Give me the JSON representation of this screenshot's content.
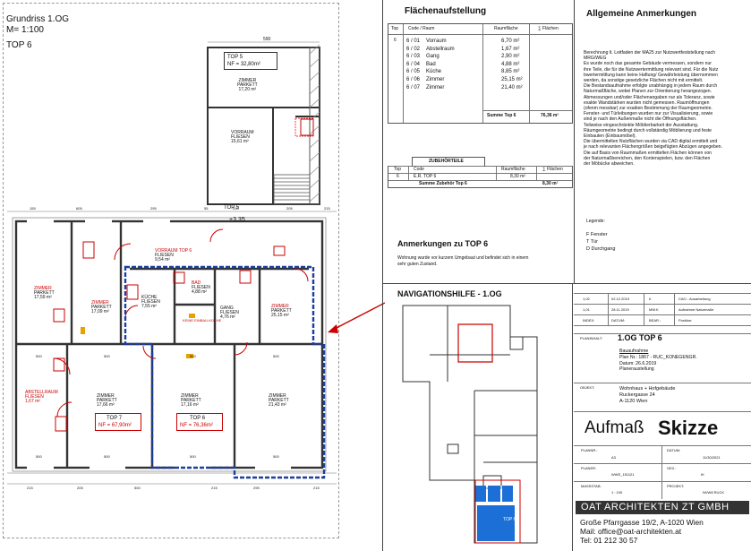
{
  "plan": {
    "title": "Grundriss 1.OG",
    "scale": "M= 1:100",
    "unit": "TOP 6",
    "top5_label": "TOP 5",
    "top5_nf": "NF = 32,80m²",
    "top5_box": "TOP 5",
    "rooms": [
      {
        "name": "ZIMMER",
        "sub": "PARKETT",
        "area": "17,20 m²"
      },
      {
        "name": "VORRAUM",
        "sub": "FLIESEN",
        "area": "15,61 m²"
      },
      {
        "name": "ABSTELLRAUM",
        "sub": "FLIESEN",
        "area": "1,67 m²"
      },
      {
        "name": "ZIMMER",
        "sub": "PARKETT",
        "area": "17,59 m²"
      },
      {
        "name": "ZIMMER",
        "sub": "PARKETT",
        "area": "17,09 m²"
      },
      {
        "name": "KÜCHE",
        "sub": "FLIESEN",
        "area": "7,55 m²"
      },
      {
        "name": "VORRAUM TOP 6",
        "sub": "FLIESEN",
        "area": "9,54 m²"
      },
      {
        "name": "BAD",
        "sub": "FLIESEN",
        "area": "4,88 m²"
      },
      {
        "name": "KEINE EINBAU-KÜCHE",
        "sub": "",
        "area": ""
      },
      {
        "name": "GANG",
        "sub": "FLIESEN",
        "area": "4,76 m²"
      },
      {
        "name": "ZIMMER",
        "sub": "PARKETT",
        "area": "25,15 m²"
      },
      {
        "name": "ZIMMER",
        "sub": "PARKETT",
        "area": "17,66 m²"
      },
      {
        "name": "ZIMMER",
        "sub": "PARKETT",
        "area": "17,16 m²"
      },
      {
        "name": "ZIMMER",
        "sub": "PARKETT",
        "area": "21,43 m²"
      }
    ],
    "top7_label": "TOP 7",
    "top7_nf": "NF = 67,90m²",
    "top6_label": "TOP 6",
    "top6_nf": "NF = 76,36m²",
    "elevation": "+3.35",
    "dims_top": [
      "155",
      "605",
      "295",
      "55",
      "310",
      "205",
      "215"
    ],
    "dims_bottom": [
      "215",
      "205",
      "500",
      "215",
      "295",
      "215"
    ],
    "dims_mid": [
      "500",
      "500",
      "500",
      "500",
      "500",
      "500",
      "500",
      "500"
    ],
    "dim_590": "590"
  },
  "flaeche": {
    "title": "Flächenaufstellung",
    "headers": [
      "Top",
      "Code / Raum",
      "Raumfläche",
      "∑ Flächen"
    ],
    "top": "6",
    "rows": [
      {
        "code": "6 / 01",
        "room": "Vorraum",
        "area": "6,70 m²"
      },
      {
        "code": "6 / 02",
        "room": "Abstellraum",
        "area": "1,67 m²"
      },
      {
        "code": "6 / 03",
        "room": "Gang",
        "area": "2,90 m²"
      },
      {
        "code": "6 / 04",
        "room": "Bad",
        "area": "4,88 m²"
      },
      {
        "code": "6 / 05",
        "room": "Küche",
        "area": "8,85 m²"
      },
      {
        "code": "6 / 06",
        "room": "Zimmer",
        "area": "25,15 m²"
      },
      {
        "code": "6 / 07",
        "room": "Zimmer",
        "area": "21,40 m²"
      }
    ],
    "sum_label": "Summe Top 6",
    "sum_value": "76,36 m²",
    "zub_title": "ZUBEHÖRTEILE",
    "zub_headers": [
      "Top",
      "Code",
      "Raumfläche",
      "∑ Flächen"
    ],
    "zub_row": {
      "top": "6",
      "code": "E.R.  TOP 6",
      "area": "8,30 m²"
    },
    "zub_sum_label": "Summe Zubehör Top 6",
    "zub_sum_value": "8,30 m²"
  },
  "notes": {
    "title": "Allgemeine Anmerkungen",
    "lines": [
      "Berechnung lt. Leitfaden der MA25 zur Nutzwertfeststellung nach",
      "MRG/WEG",
      "Es wurde noch das gesamte Gebäude vermessen, sondern nur",
      "ihre Teile, die für die Nutzwertermittlung relevant sind. Für die Nutz",
      "bwertermittlung kann keine Haftung/ Gewährleistung übernommen",
      "werden, da sonstige gesetzliche Flächen nicht mit ermittelt.",
      "Die Bestandsaufnahme erfolgte unabhängig in jedem Raum durch",
      "Naturmaßfläche, wobei Planen zur Orientierung herangezogen.",
      "Abmessungen und/oder Flächenangaben nur als Toleranz, sowie",
      "exakte Wandstärken wurden nicht gemessen. Raumöffnungen",
      "(ofenm messbar) zur exakten Bestimmung der Raumgeometrie.",
      "Fenster- und Türleibungen wurden nur zur Visualisierung, sowie",
      "sind je nach den Außenmaße nicht die Öffnungsflächen.",
      "Teilweise eingeschränkte Möblierbarkeit der Ausstattung.",
      "Räumgeometrie bedingt durch vollständig Möblierung und feste",
      "Einbauten (Einbaumöbel).",
      "Die übermittelten Nutzflächen wurden via CAD digital ermittelt und",
      "je nach relevanten Flächengrößen beigefügten Abzügen angegeben.",
      "Die auf Basis von Raummaßen ermittelten Flächen können von",
      "der Naturmaßbereichen, den Kontenspielen, bzw. den Flächen",
      "der Möbücke abweichen."
    ],
    "legend_title": "Legende:",
    "legend": [
      "F  Fenster",
      "T  Tür",
      "D  Durchgang"
    ]
  },
  "remark": {
    "title": "Anmerkungen zu TOP 6",
    "text1": "Wohnung wurde vor kurzem Umgebaut und befindet sich in einem",
    "text2": "sehr guten Zustand."
  },
  "nav": {
    "title": "NAVIGATIONSHILFE - 1.OG",
    "top6": "TOP 6"
  },
  "revisions": [
    {
      "index": "1,02",
      "date": "02.12.2019",
      "by": "K",
      "desc": "CAO - Ausarbeitung"
    },
    {
      "index": "1,01",
      "date": "28.11.2019",
      "by": "MW.K",
      "desc": "Aufnahme Naturmaße"
    },
    {
      "index": "INDEX:",
      "date": "DATUM:",
      "by": "BEAR.:",
      "desc": "Position:"
    }
  ],
  "titleblock": {
    "planinhalt_label": "PLANINHALT:",
    "planinhalt": "1.OG TOP 6",
    "bauaufnahme": "Bauaufnahme",
    "plan_nr": "Plan Nr.: 1867 - RUC_KONEGENGR.",
    "datum": "Datum: 26.6.2019",
    "plan_status": "Planeraustellung",
    "objekt_label": "OBJEKT:",
    "objekt": [
      "Wohnhaus + Hofgebäude",
      "Ruckergasse 24",
      "A-1120 Wien"
    ],
    "aufmass": "Aufmaß",
    "skizze": "Skizze",
    "plannr_label": "PLANNR.:",
    "plannr": "A3",
    "datum_label": "DATUM:",
    "datum_value": "11/30/2021",
    "planer_label": "PLANER:",
    "planer": "WWS_151121",
    "gez_label": "GEZ.:",
    "gez": "IK",
    "massstab_label": "MASSSTAB:",
    "massstab": "1 : 100",
    "projekt_label": "PROJEKT:",
    "projekt": "NVW8 RUCK",
    "firm": "OAT ARCHITEKTEN ZT GMBH",
    "address": "Große Pfarrgasse 19/2, A-1020 Wien",
    "mail": "Mail:  office@oat-architekten.at",
    "tel": "Tel:  01 212 30 57"
  },
  "colors": {
    "red": "#c00000",
    "blue": "#1a3fa0",
    "nav_blue": "#1b6fd6"
  }
}
